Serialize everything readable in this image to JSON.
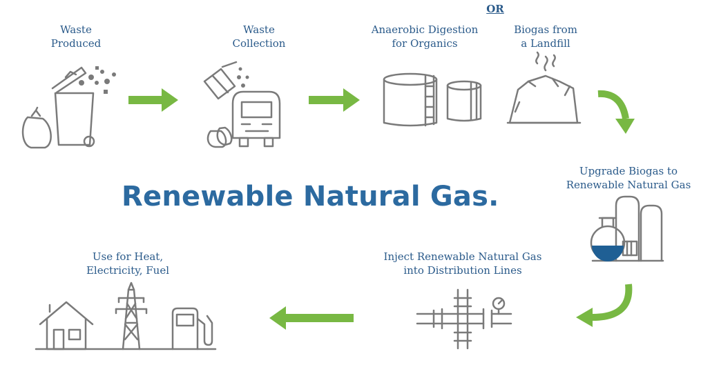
{
  "title": "Renewable Natural Gas.",
  "or_label": "OR",
  "steps": [
    {
      "line1": "Waste",
      "line2": "Produced"
    },
    {
      "line1": "Waste",
      "line2": "Collection"
    },
    {
      "line1": "Anaerobic Digestion",
      "line2": "for Organics"
    },
    {
      "line1": "Biogas from",
      "line2": "a Landfill"
    },
    {
      "line1": "Upgrade Biogas to",
      "line2": "Renewable Natural Gas"
    },
    {
      "line1": "Inject Renewable Natural Gas",
      "line2": "into Distribution Lines"
    },
    {
      "line1": "Use for Heat,",
      "line2": "Electricity, Fuel"
    }
  ],
  "icons": [
    "trash-bin-icon",
    "garbage-truck-icon",
    "digester-tanks-icon",
    "landfill-icon",
    "upgrade-plant-icon",
    "pipeline-icon",
    "house-icon",
    "power-tower-icon",
    "fuel-pump-icon"
  ],
  "colors": {
    "text": "#2a5a8a",
    "title": "#2c6aa0",
    "arrow": "#78b843",
    "icon": "#7a7a7a",
    "water": "#1f5f94"
  }
}
